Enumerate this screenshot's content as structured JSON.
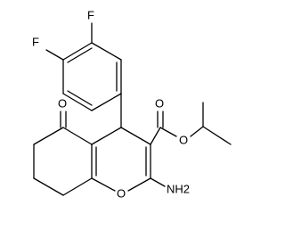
{
  "structure": {
    "atoms": {
      "fluorine_top": "F",
      "fluorine_left": "F",
      "ketone_oxygen": "O",
      "ester_carbonyl_oxygen": "O",
      "ester_alkoxy_oxygen": "O",
      "ring_oxygen": "O",
      "amino_group": "NH2"
    },
    "colors": {
      "bond": "#000000",
      "label": "#000000",
      "background": "#ffffff"
    }
  }
}
